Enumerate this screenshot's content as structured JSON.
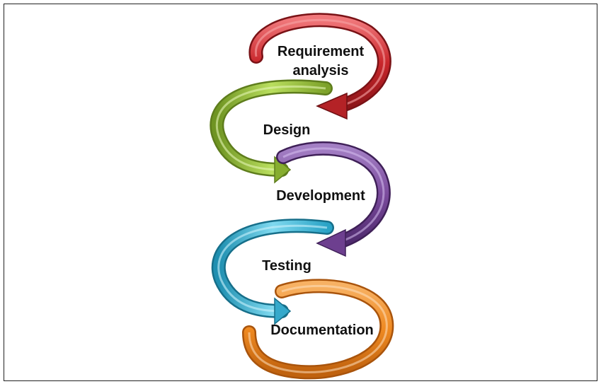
{
  "stages": [
    {
      "id": "requirement",
      "lines": [
        "Requirement",
        "analysis"
      ],
      "color": "#c0282c"
    },
    {
      "id": "design",
      "lines": [
        "Design"
      ],
      "color": "#8cb534"
    },
    {
      "id": "development",
      "lines": [
        "Development"
      ],
      "color": "#7d4d9e"
    },
    {
      "id": "testing",
      "lines": [
        "Testing"
      ],
      "color": "#3bb1cf"
    },
    {
      "id": "documentation",
      "lines": [
        "Documentation"
      ],
      "color": "#f08a24"
    }
  ]
}
